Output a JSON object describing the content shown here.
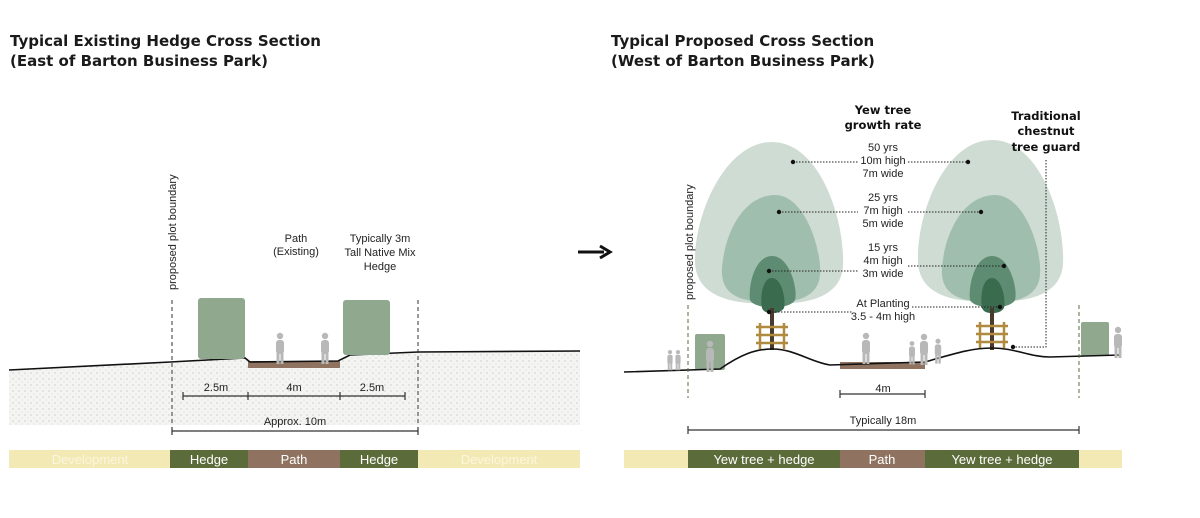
{
  "colors": {
    "cream": "#f3e9b5",
    "olive": "#5b6b3a",
    "brown": "#8f7360",
    "hedge": "#8fa88e",
    "tree_light": "#cfdcd3",
    "tree_mid": "#98b8a6",
    "tree_dark": "#5e8c72",
    "tree_darkest": "#3b6b4f",
    "guard": "#b08a3e"
  },
  "left": {
    "title_line1": "Typical Existing Hedge Cross Section",
    "title_line2": "(East of Barton Business Park)",
    "boundary_label": "proposed plot boundary",
    "path_label": [
      "Path",
      "(Existing)"
    ],
    "hedge_label": [
      "Typically 3m",
      "Tall Native Mix",
      "Hedge"
    ],
    "dims": [
      "2.5m",
      "4m",
      "2.5m"
    ],
    "total_dim": "Approx. 10m",
    "bar": [
      "Development",
      "Hedge",
      "Path",
      "Hedge",
      "Development"
    ]
  },
  "arrow_icon": "right-arrow",
  "right": {
    "title_line1": "Typical Proposed Cross Section",
    "title_line2": "(West of Barton Business Park)",
    "boundary_label": "proposed plot boundary",
    "growth_heading": [
      "Yew tree",
      "growth rate"
    ],
    "growth_stages": [
      [
        "50 yrs",
        "10m high",
        "7m wide"
      ],
      [
        "25 yrs",
        "7m high",
        "5m wide"
      ],
      [
        "15 yrs",
        "4m high",
        "3m wide"
      ],
      [
        "At Planting",
        "3.5 - 4m high"
      ]
    ],
    "guard_label": [
      "Traditional",
      "chestnut",
      "tree guard"
    ],
    "path_dim": "4m",
    "total_dim": "Typically 18m",
    "bar": [
      "Yew tree + hedge",
      "Path",
      "Yew tree + hedge"
    ]
  }
}
